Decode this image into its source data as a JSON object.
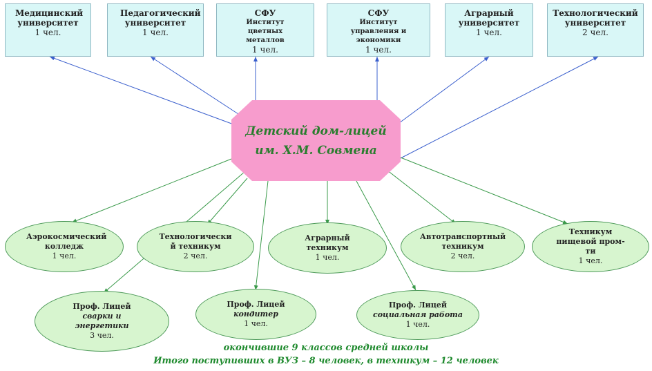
{
  "center": {
    "line1": "Детский дом-лицей",
    "line2": "им. Х.М. Совмена"
  },
  "universities": [
    {
      "name": "Медицинский университет",
      "count": "1 чел."
    },
    {
      "name": "Педагогический университет",
      "count": "1 чел."
    },
    {
      "name": "СФУ",
      "sub": "Институт цветных металлов",
      "count": "1 чел."
    },
    {
      "name": "СФУ",
      "sub": "Институт управления и экономики",
      "count": "1 чел."
    },
    {
      "name": "Аграрный университет",
      "count": "1 чел."
    },
    {
      "name": "Технологический университет",
      "count": "2 чел."
    }
  ],
  "technicums": [
    {
      "name": "Аэрокосмический колледж",
      "count": "1 чел."
    },
    {
      "name": "Технологически й техникум",
      "count": "2 чел."
    },
    {
      "name": "Аграрный техникум",
      "count": "1 чел."
    },
    {
      "name": "Автотранспортный техникум",
      "count": "2 чел."
    },
    {
      "name": "Техникум пищевой пром-ти",
      "count": "1 чел."
    }
  ],
  "lyceums": [
    {
      "name": "Проф. Лицей",
      "spec": "сварки и энергетики",
      "count": "3 чел."
    },
    {
      "name": "Проф. Лицей",
      "spec": "кондитер",
      "count": "1 чел."
    },
    {
      "name": "Проф. Лицей",
      "spec": "социальная работа",
      "count": "1 чел."
    }
  ],
  "footer": {
    "line1": "окончившие 9 классов средней школы",
    "line2": "Итого поступивших в ВУЗ – 8 человек, в техникум – 12 человек"
  },
  "colors": {
    "university_arrow": "#3a5fcd",
    "technicum_arrow": "#3a9a4a"
  }
}
